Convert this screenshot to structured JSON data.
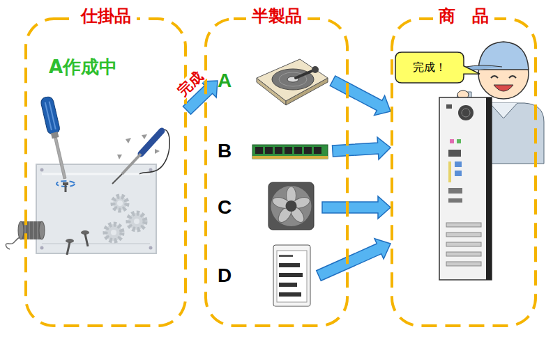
{
  "diagram": {
    "nodes": [
      {
        "text": [
          "仕掛品",
          "A作成中"
        ]
      },
      {
        "text": [
          "半製品"
        ]
      },
      {
        "text": [
          "商　品"
        ]
      },
      {
        "text": [
          "A"
        ],
        "in": 1
      },
      {
        "text": [
          "B"
        ],
        "in": 1
      },
      {
        "text": [
          "C"
        ],
        "in": 1
      },
      {
        "text": [
          "D"
        ],
        "in": 1
      },
      {
        "text": [
          "完成！"
        ],
        "in": 2
      }
    ],
    "edges": [
      {
        "from": 0,
        "to": 3,
        "label": "完成",
        "arrow": "to"
      },
      {
        "from": 3,
        "to": 2,
        "arrow": "to"
      },
      {
        "from": 4,
        "to": 2,
        "arrow": "to"
      },
      {
        "from": 5,
        "to": 2,
        "arrow": "to"
      },
      {
        "from": 6,
        "to": 2,
        "arrow": "to"
      }
    ]
  }
}
